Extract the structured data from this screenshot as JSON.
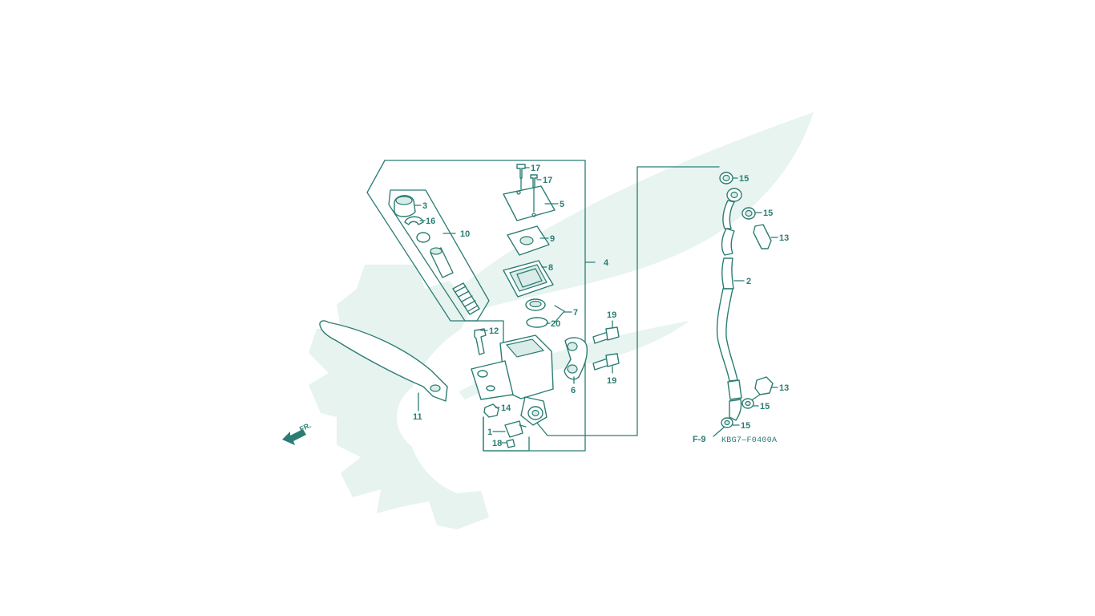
{
  "colors": {
    "ink": "#2b7d73",
    "watermark": "#e6f3ef",
    "background": "#ffffff"
  },
  "watermark_icon": "gear-wing-logo",
  "diagram": {
    "code": "KBG7—F0400A",
    "ref": "F-9",
    "direction_label": "FR.",
    "callouts": [
      {
        "id": "c1",
        "text": "1"
      },
      {
        "id": "c2",
        "text": "2"
      },
      {
        "id": "c3",
        "text": "3"
      },
      {
        "id": "c4",
        "text": "4"
      },
      {
        "id": "c5",
        "text": "5"
      },
      {
        "id": "c6",
        "text": "6"
      },
      {
        "id": "c7",
        "text": "7"
      },
      {
        "id": "c8",
        "text": "8"
      },
      {
        "id": "c9",
        "text": "9"
      },
      {
        "id": "c10",
        "text": "10"
      },
      {
        "id": "c11",
        "text": "11"
      },
      {
        "id": "c12",
        "text": "12"
      },
      {
        "id": "c13a",
        "text": "13"
      },
      {
        "id": "c13b",
        "text": "13"
      },
      {
        "id": "c14",
        "text": "14"
      },
      {
        "id": "c15a",
        "text": "15"
      },
      {
        "id": "c15b",
        "text": "15"
      },
      {
        "id": "c15c",
        "text": "15"
      },
      {
        "id": "c15d",
        "text": "15"
      },
      {
        "id": "c16",
        "text": "16"
      },
      {
        "id": "c17a",
        "text": "17"
      },
      {
        "id": "c17b",
        "text": "17"
      },
      {
        "id": "c18",
        "text": "18"
      },
      {
        "id": "c19a",
        "text": "19"
      },
      {
        "id": "c19b",
        "text": "19"
      },
      {
        "id": "c20",
        "text": "20"
      }
    ]
  }
}
